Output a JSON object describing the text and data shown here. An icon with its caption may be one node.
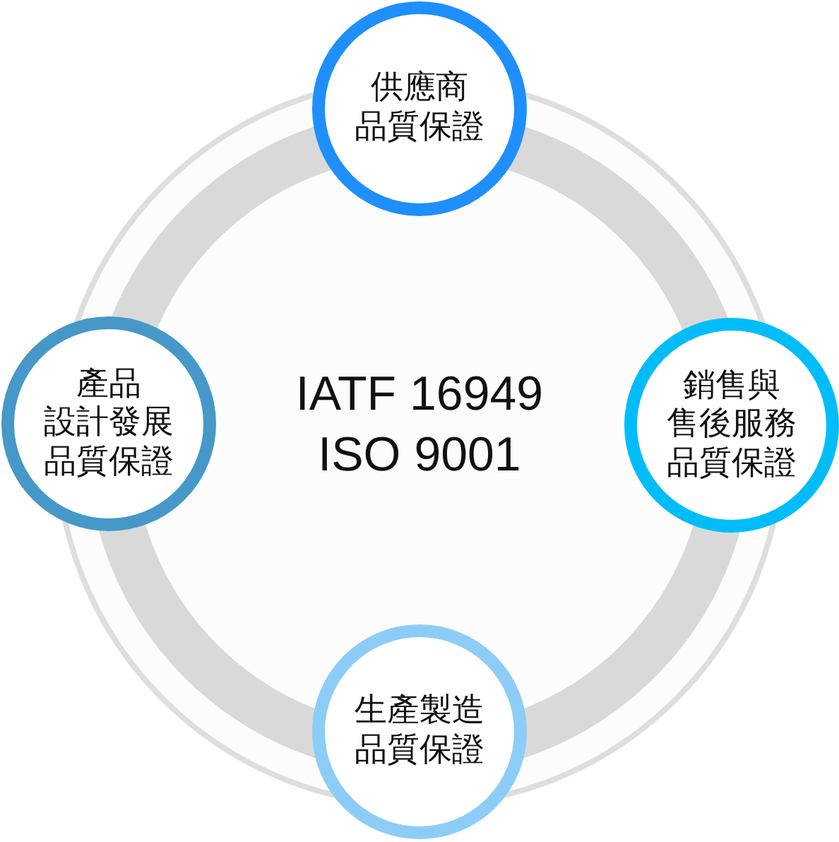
{
  "diagram": {
    "nodes": [
      {
        "text": [
          "供應商品質保證"
        ]
      },
      {
        "text": [
          "產品設計發展品質保證"
        ]
      },
      {
        "text": [
          "銷售與售後服務品質保證"
        ]
      },
      {
        "text": [
          "生產製造品質保證"
        ]
      }
    ],
    "labels": [
      "IATF 16949",
      "ISO 9001"
    ]
  }
}
